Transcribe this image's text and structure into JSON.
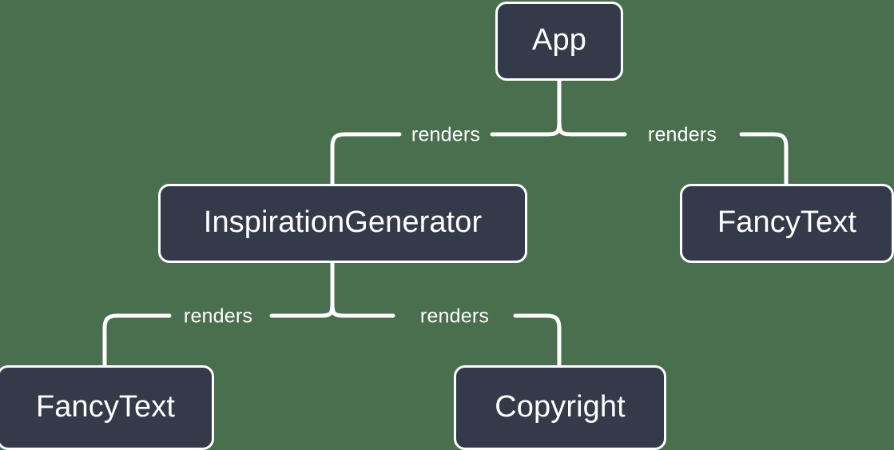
{
  "diagram": {
    "type": "component-tree",
    "background_color": "#4a6f4e",
    "node_fill_color": "#343a4a",
    "node_border_color": "#ffffff",
    "edge_color": "#ffffff",
    "text_color": "#ffffff",
    "nodes": [
      {
        "id": "app",
        "label": "App"
      },
      {
        "id": "inspiration",
        "label": "InspirationGenerator"
      },
      {
        "id": "fancytext_right",
        "label": "FancyText"
      },
      {
        "id": "fancytext_left",
        "label": "FancyText"
      },
      {
        "id": "copyright",
        "label": "Copyright"
      }
    ],
    "edges": [
      {
        "from": "app",
        "to": "inspiration",
        "label": "renders"
      },
      {
        "from": "app",
        "to": "fancytext_right",
        "label": "renders"
      },
      {
        "from": "inspiration",
        "to": "fancytext_left",
        "label": "renders"
      },
      {
        "from": "inspiration",
        "to": "copyright",
        "label": "renders"
      }
    ]
  }
}
